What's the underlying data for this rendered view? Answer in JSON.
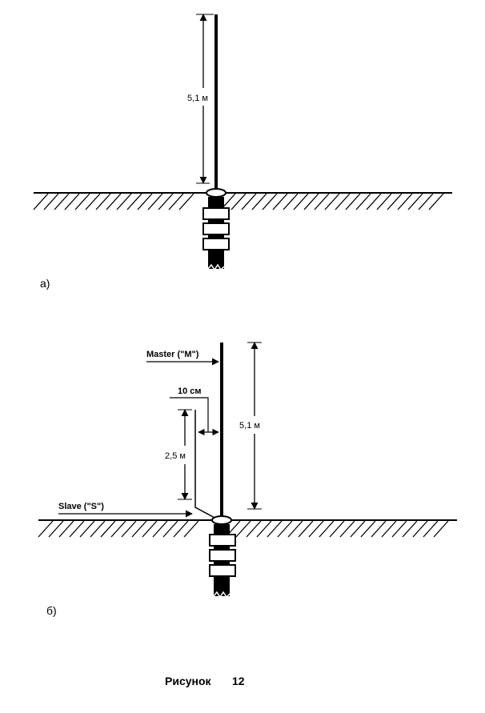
{
  "figure_a": {
    "sublabel": "а)",
    "height_label": "5,1 м"
  },
  "figure_b": {
    "sublabel": "б)",
    "master_label": "Master (\"M\")",
    "slave_label": "Slave (\"S\")",
    "spacing_label": "10 см",
    "slave_height_label": "2,5 м",
    "master_height_label": "5,1 м"
  },
  "caption": {
    "word": "Рисунок",
    "number": "12"
  }
}
